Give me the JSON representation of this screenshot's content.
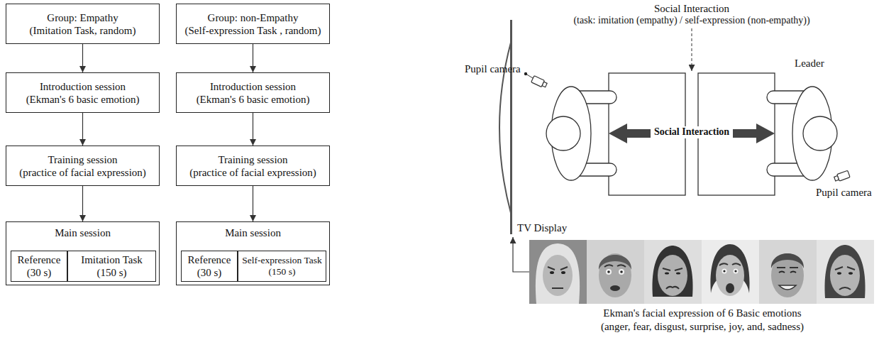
{
  "diagram": {
    "nodes": [
      {
        "text": [
          "Group: Empathy",
          "(Imitation Task, random)"
        ]
      },
      {
        "text": [
          "Introduction session",
          "(Ekman's 6 basic emotion)"
        ]
      },
      {
        "text": [
          "Training session",
          "(practice of facial expression)"
        ]
      },
      {
        "text": [
          "Main session"
        ]
      },
      {
        "text": [
          "Reference",
          "(30 s)"
        ],
        "in": 3
      },
      {
        "text": [
          "Imitation Task",
          "(150 s)"
        ],
        "in": 3
      },
      {
        "text": [
          "Group: non-Empathy",
          "(Self-expression Task , random)"
        ]
      },
      {
        "text": [
          "Introduction session",
          "(Ekman's 6 basic emotion)"
        ]
      },
      {
        "text": [
          "Training session",
          "(practice of facial expression)"
        ]
      },
      {
        "text": [
          "Main session"
        ]
      },
      {
        "text": [
          "Reference",
          "(30 s)"
        ],
        "in": 9
      },
      {
        "text": [
          "Self-expression Task",
          "(150 s)"
        ],
        "in": 9
      }
    ],
    "edges": [
      {
        "from": 0,
        "to": 1,
        "arrow": "to"
      },
      {
        "from": 1,
        "to": 2,
        "arrow": "to"
      },
      {
        "from": 2,
        "to": 3,
        "arrow": "to"
      },
      {
        "from": 6,
        "to": 7,
        "arrow": "to"
      },
      {
        "from": 7,
        "to": 8,
        "arrow": "to"
      },
      {
        "from": 8,
        "to": 9,
        "arrow": "to"
      }
    ],
    "labels": [
      "Social Interaction",
      "(task: imitation (empathy) / self-expression (non-empathy))",
      "Pupil camera",
      "Leader",
      "Social Interaction",
      "Pupil camera",
      "TV Display",
      "Ekman's facial expression of 6 Basic emotions",
      "(anger, fear, disgust, surprise, joy, and, sadness)"
    ]
  }
}
